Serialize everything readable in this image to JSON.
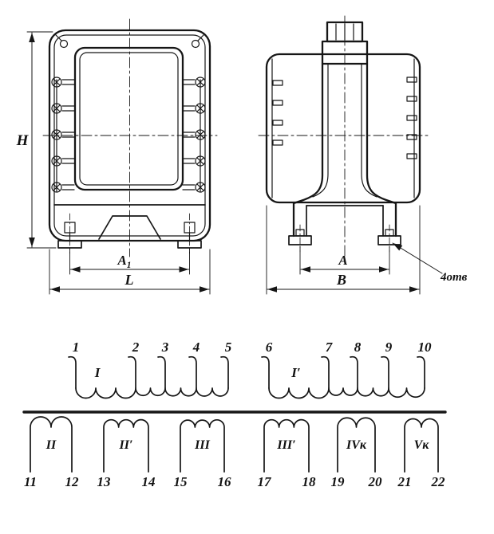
{
  "drawing": {
    "front": {
      "dim_height": "H",
      "dim_coil_main": "A",
      "dim_coil_sub": "1",
      "dim_length": "L"
    },
    "side": {
      "dim_feet": "A",
      "dim_width": "B",
      "holes_note": "4отв"
    },
    "schematic": {
      "top_windings": [
        {
          "label": "I",
          "terminals": [
            "1",
            "2",
            "3",
            "4",
            "5"
          ]
        },
        {
          "label": "I′",
          "terminals": [
            "6",
            "7",
            "8",
            "9",
            "10"
          ]
        }
      ],
      "bottom_windings": [
        {
          "label": "II",
          "terminals": [
            "11",
            "12"
          ]
        },
        {
          "label": "II′",
          "terminals": [
            "13",
            "14"
          ]
        },
        {
          "label": "III",
          "terminals": [
            "15",
            "16"
          ]
        },
        {
          "label": "III′",
          "terminals": [
            "17",
            "18"
          ]
        },
        {
          "label": "IVк",
          "terminals": [
            "19",
            "20"
          ]
        },
        {
          "label": "Vк",
          "terminals": [
            "21",
            "22"
          ]
        }
      ]
    }
  }
}
